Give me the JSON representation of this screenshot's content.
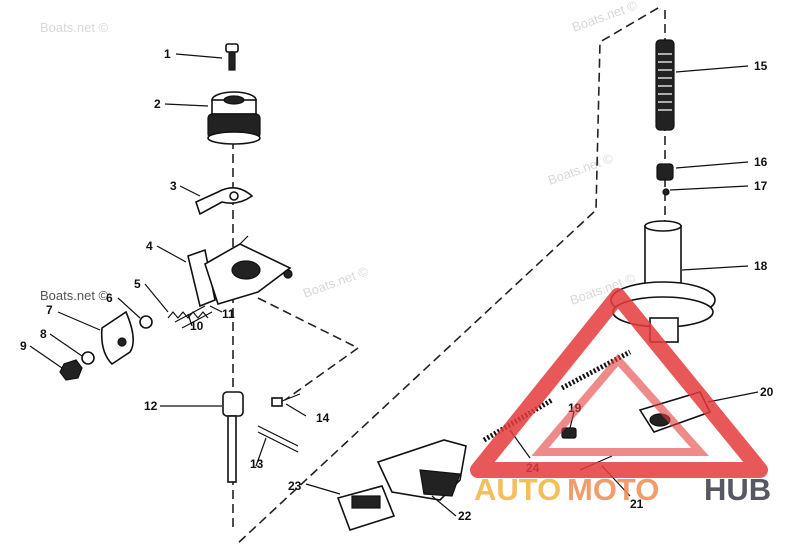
{
  "watermarks": [
    "Boats.net ©",
    "Boats.net ©",
    "Boats.net ©",
    "Boats.net ©",
    "Boats.net ©",
    "Boats.net ©"
  ],
  "callouts": [
    "1",
    "2",
    "3",
    "4",
    "5",
    "6",
    "7",
    "8",
    "9",
    "10",
    "11",
    "12",
    "13",
    "14",
    "15",
    "16",
    "17",
    "18",
    "19",
    "20",
    "21",
    "22",
    "23",
    "24"
  ],
  "brand": {
    "part1": "AUTO",
    "part2": "MOTO",
    "part3": "HUB",
    "colors": {
      "accent": "#f3b33b",
      "mid": "#ef8c52",
      "dark": "#3b3b4a",
      "triangle": "#e43c3c"
    }
  }
}
